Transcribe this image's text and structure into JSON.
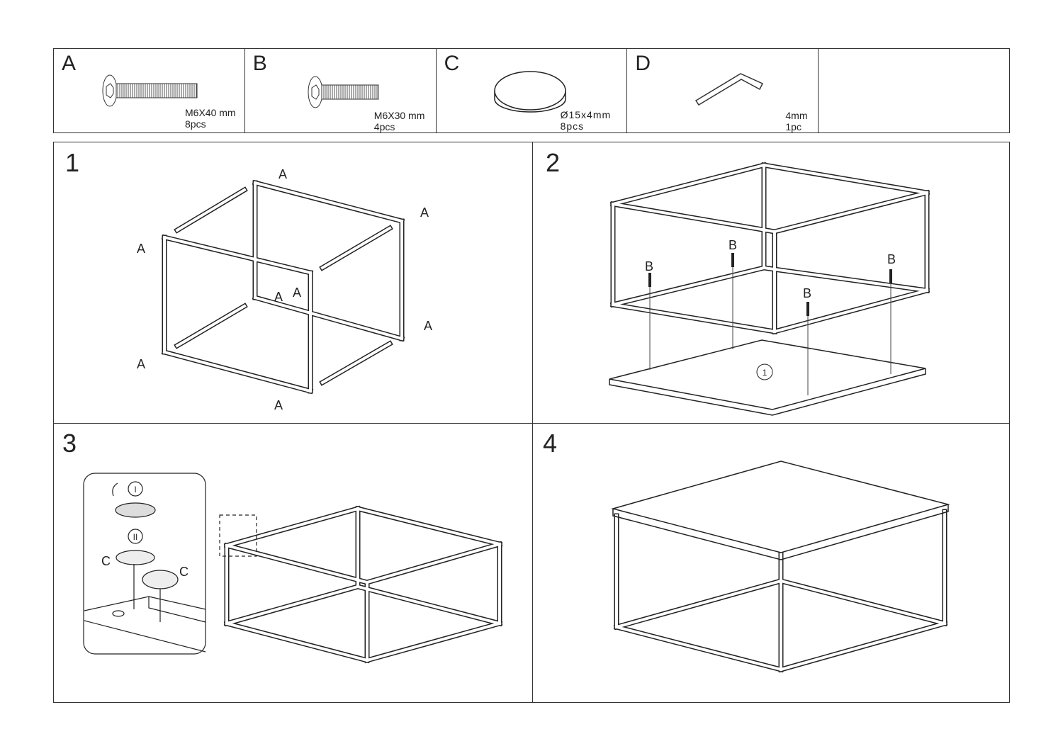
{
  "parts": [
    {
      "letter": "A",
      "spec": "M6X40 mm",
      "qty": "8pcs",
      "icon": "screw-long"
    },
    {
      "letter": "B",
      "spec": "M6X30 mm",
      "qty": "4pcs",
      "icon": "screw-short"
    },
    {
      "letter": "C",
      "spec": "Ø15x4mm",
      "qty": "8pcs",
      "icon": "felt-pad"
    },
    {
      "letter": "D",
      "spec": "4mm",
      "qty": "1pc",
      "icon": "allen-key"
    }
  ],
  "steps": [
    {
      "number": "1",
      "callout": "A"
    },
    {
      "number": "2",
      "callout": "B",
      "board_marker": "1"
    },
    {
      "number": "3",
      "sub_steps": [
        "I",
        "II"
      ],
      "callout": "C"
    },
    {
      "number": "4"
    }
  ]
}
